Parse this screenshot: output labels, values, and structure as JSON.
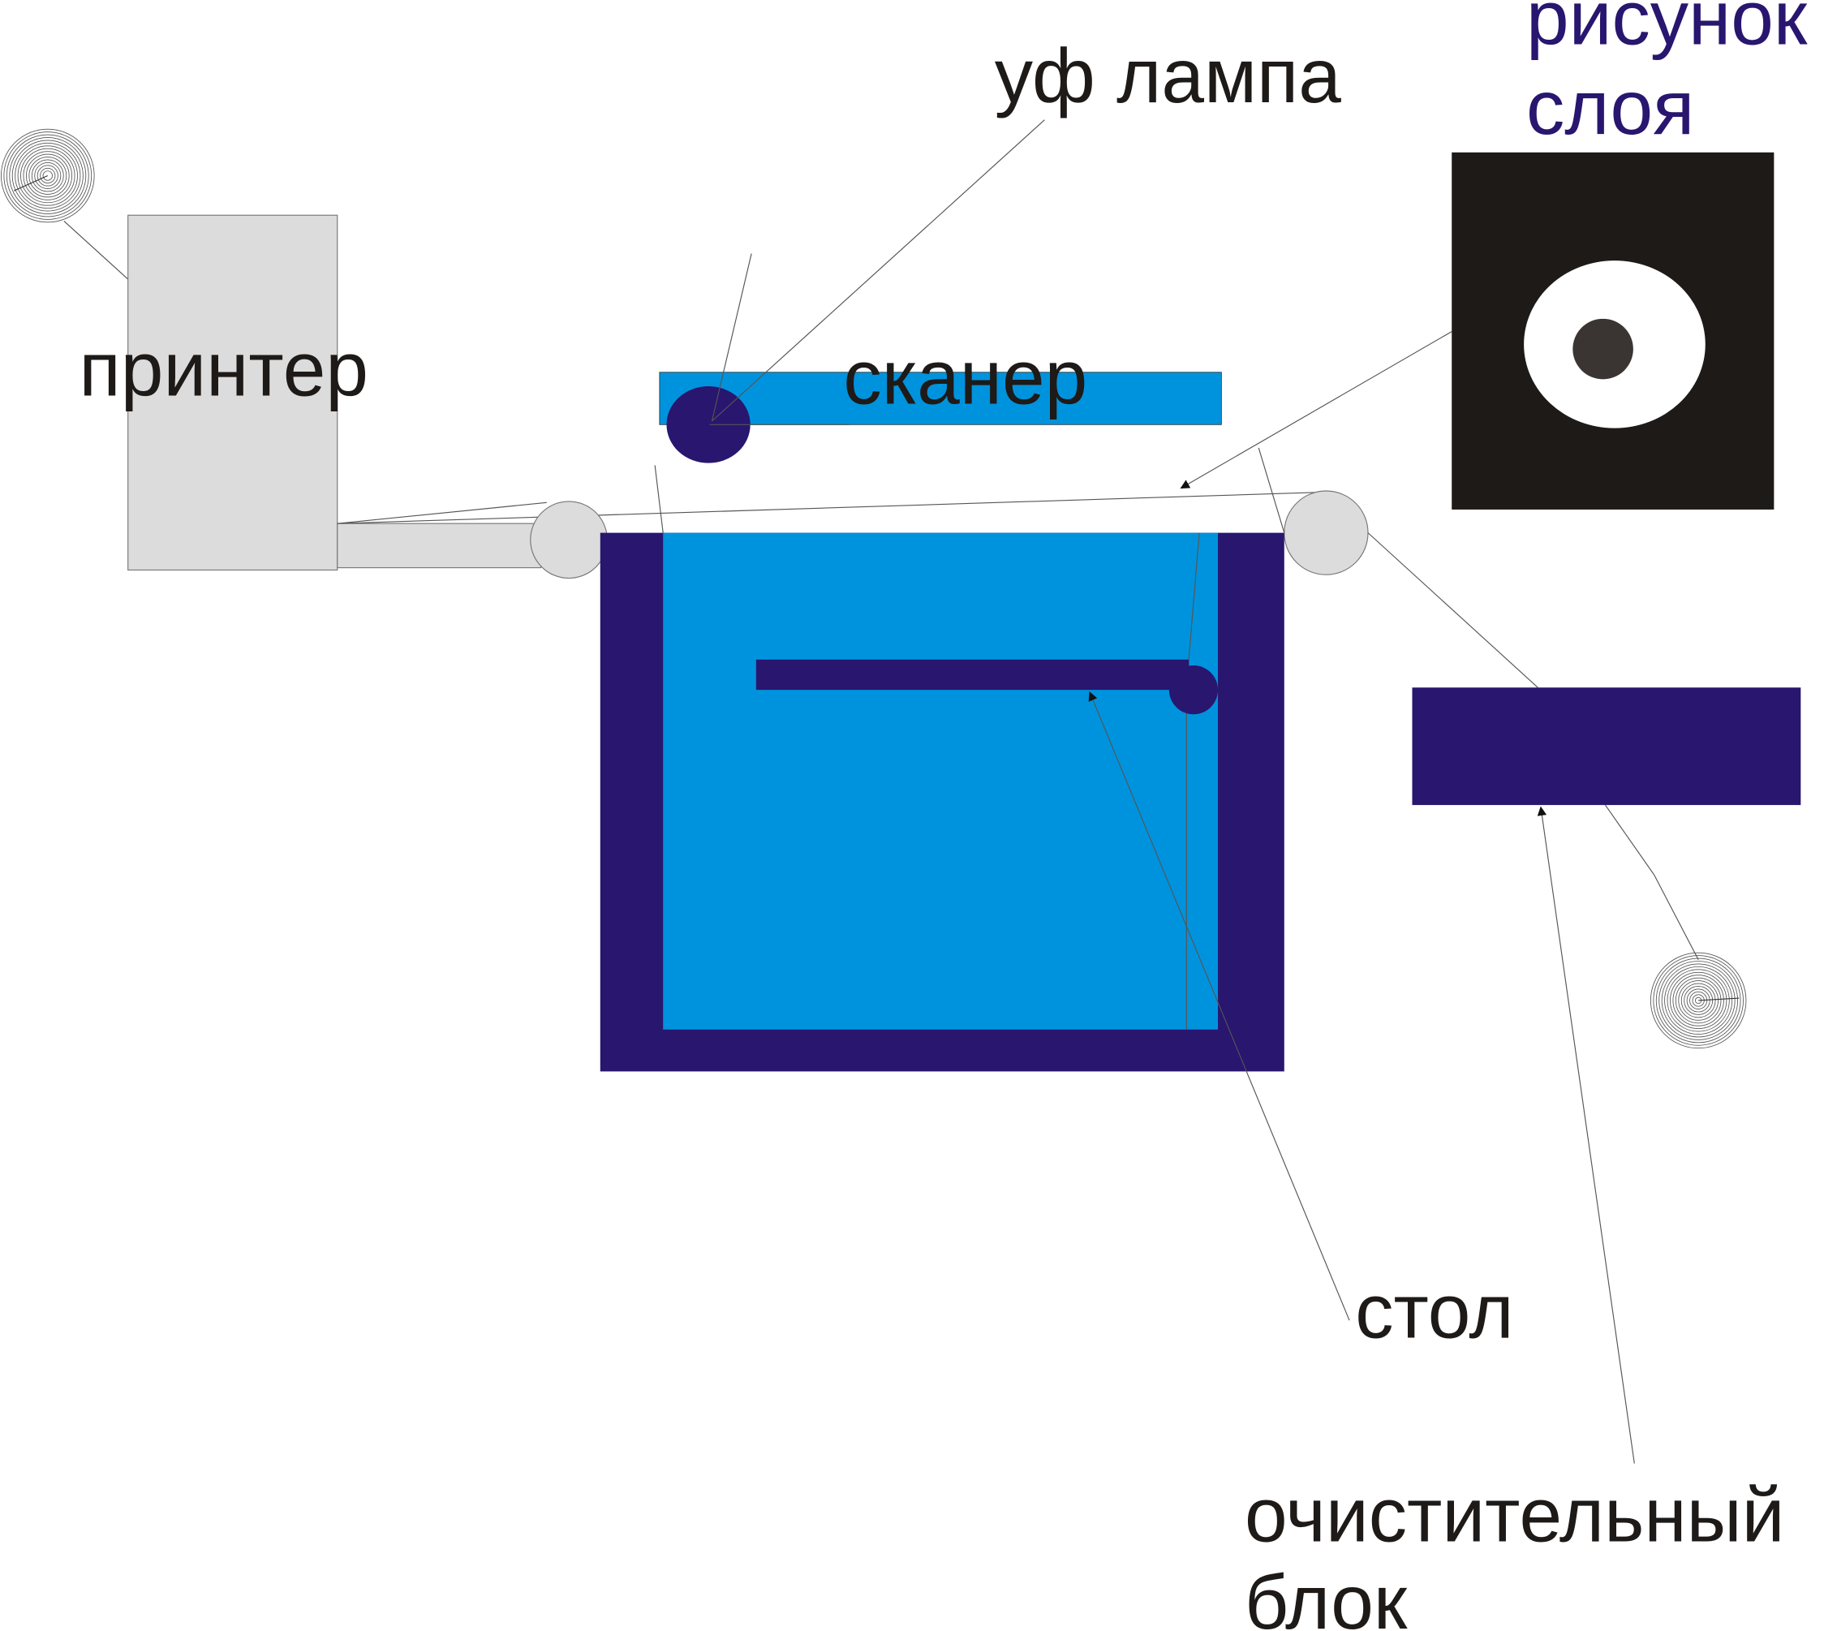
{
  "labels": {
    "printer": "принтер",
    "scanner": "сканер",
    "uv_lamp": "уф лампа",
    "layer_pattern_line1": "рисунок",
    "layer_pattern_line2": "слоя",
    "table": "стол",
    "cleaning_unit_line1": "очистительный",
    "cleaning_unit_line2": "блок"
  },
  "colors": {
    "dark_blue": "#28166f",
    "light_blue": "#0093dd",
    "printer_gray": "#dcdcdc",
    "pattern_black": "#1e1a18"
  }
}
